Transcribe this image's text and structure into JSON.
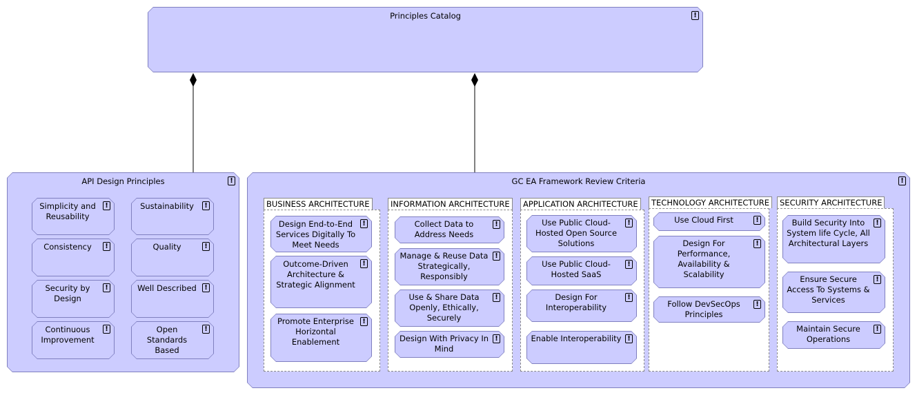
{
  "catalog": {
    "title": "Principles Catalog"
  },
  "api": {
    "title": "API Design Principles",
    "items": [
      "Simplicity and Reusability",
      "Sustainability",
      "Consistency",
      "Quality",
      "Security by Design",
      "Well Described",
      "Continuous Improvement",
      "Open Standards Based"
    ]
  },
  "gc": {
    "title": "GC EA Framework Review Criteria",
    "business": {
      "label": "BUSINESS ARCHITECTURE",
      "items": [
        "Design End-to-End Services Digitally To Meet Needs",
        "Outcome-Driven Architecture & Strategic Alignment",
        "Promote Enterprise Horizontal Enablement"
      ]
    },
    "information": {
      "label": "INFORMATION ARCHITECTURE",
      "items": [
        "Collect Data to Address Needs",
        "Manage & Reuse Data Strategically, Responsibly",
        "Use & Share Data Openly, Ethically, Securely",
        "Design With Privacy In Mind"
      ]
    },
    "application": {
      "label": "APPLICATION ARCHITECTURE",
      "items": [
        "Use Public Cloud-Hosted Open Source Solutions",
        "Use Public Cloud-Hosted SaaS",
        "Design For Interoperability",
        "Enable Interoperability"
      ]
    },
    "technology": {
      "label": "TECHNOLOGY ARCHITECTURE",
      "items": [
        "Use Cloud First",
        "Design For Performance, Availability & Scalability",
        "Follow DevSecOps Principles"
      ]
    },
    "security": {
      "label": "SECURITY ARCHITECTURE",
      "items": [
        "Build Security Into System life Cycle, All Architectural Layers",
        "Ensure Secure Access To Systems & Services",
        "Maintain Secure Operations"
      ]
    }
  },
  "icon": "!"
}
